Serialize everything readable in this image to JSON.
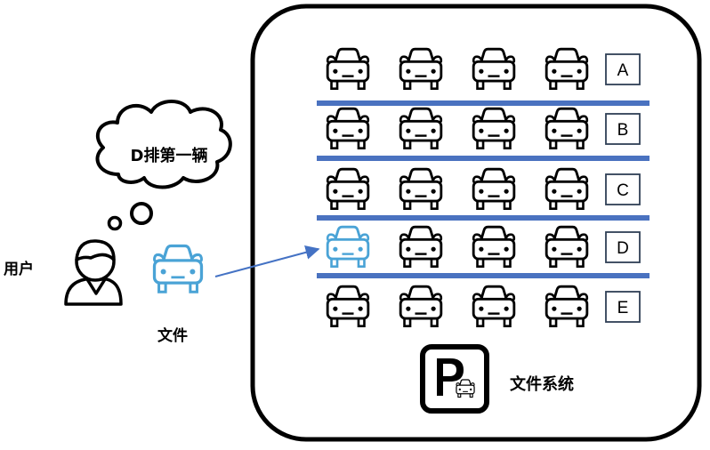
{
  "thought_bubble": {
    "text": "D排第一辆"
  },
  "user": {
    "label": "用户",
    "icon": "user-icon"
  },
  "file": {
    "label": "文件",
    "icon": "car-icon",
    "color": "#4aa3d6"
  },
  "filesystem": {
    "label": "文件系统",
    "icon": "parking-sign-icon"
  },
  "parking_rows": [
    {
      "letter": "A"
    },
    {
      "letter": "B"
    },
    {
      "letter": "C"
    },
    {
      "letter": "D"
    },
    {
      "letter": "E"
    }
  ],
  "highlight": {
    "row": "D",
    "slot": 1
  },
  "colors": {
    "divider": "#4a72c0",
    "arrow": "#4472c4",
    "outline": "#000000"
  }
}
